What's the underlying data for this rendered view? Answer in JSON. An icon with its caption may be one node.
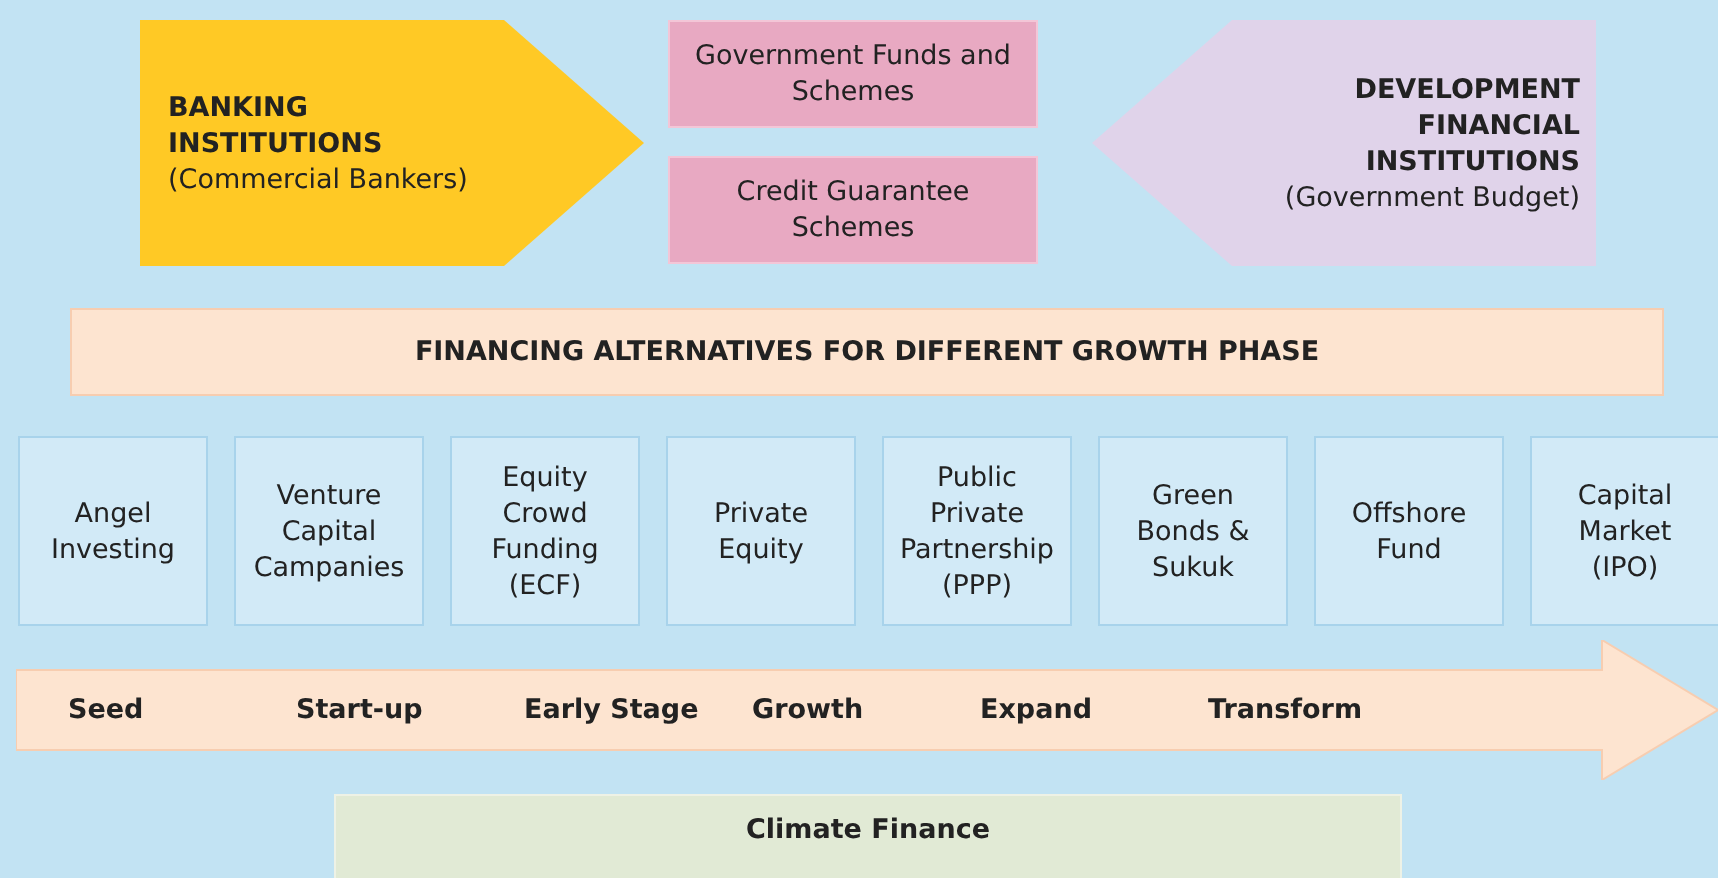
{
  "diagram": {
    "nodes": [
      {
        "text": [
          "BANKING INSTITUTIONS",
          "(Commercial Bankers)"
        ]
      },
      {
        "text": [
          "Government Funds and Schemes"
        ]
      },
      {
        "text": [
          "Credit Guarantee Schemes"
        ]
      },
      {
        "text": [
          "DEVELOPMENT FINANCIAL INSTITUTIONS",
          "(Government Budget)"
        ]
      },
      {
        "text": [
          "FINANCING ALTERNATIVES FOR DIFFERENT GROWTH PHASE"
        ]
      },
      {
        "text": [
          "Angel Investing"
        ]
      },
      {
        "text": [
          "Venture Capital Campanies"
        ]
      },
      {
        "text": [
          "Equity Crowd Funding (ECF)"
        ]
      },
      {
        "text": [
          "Private Equity"
        ]
      },
      {
        "text": [
          "Public Private Partnership (PPP)"
        ]
      },
      {
        "text": [
          "Green Bonds & Sukuk"
        ]
      },
      {
        "text": [
          "Offshore Fund"
        ]
      },
      {
        "text": [
          "Capital Market (IPO)"
        ]
      },
      {
        "text": [
          "Seed",
          "Start-up",
          "Early Stage",
          "Growth",
          "Expand",
          "Transform"
        ]
      },
      {
        "text": [
          "Climate Finance"
        ]
      }
    ],
    "edges": []
  }
}
